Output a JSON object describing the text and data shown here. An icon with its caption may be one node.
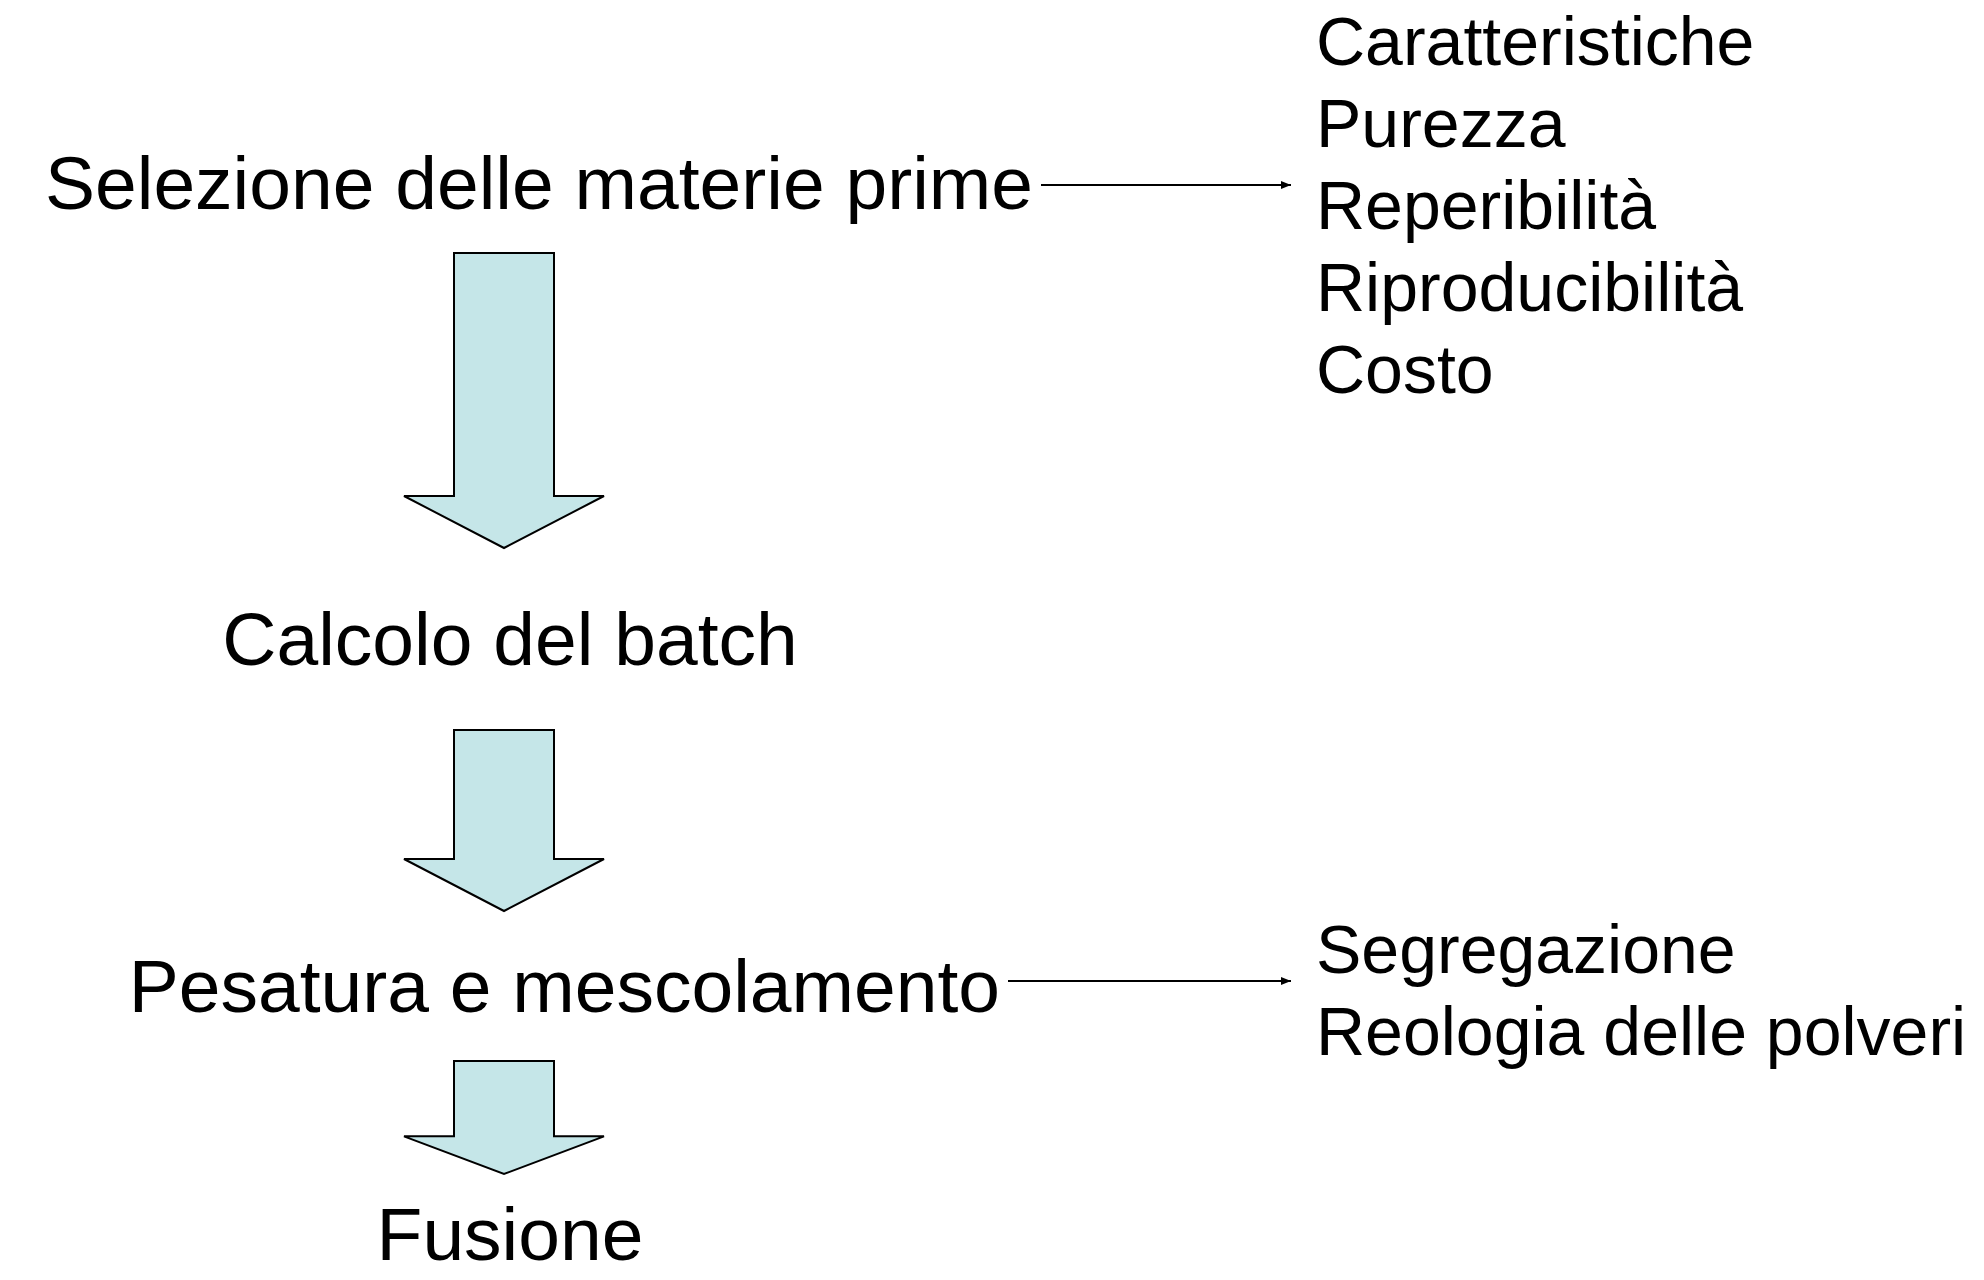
{
  "diagram": {
    "nodes": [
      {
        "text": [
          "Selezione delle materie prime"
        ]
      },
      {
        "text": [
          "Calcolo del batch"
        ]
      },
      {
        "text": [
          "Pesatura e mescolamento"
        ]
      },
      {
        "text": [
          "Fusione"
        ]
      },
      {
        "text": [
          "Caratteristiche",
          "Purezza",
          "Reperibilità",
          "Riproducibilità",
          "Costo"
        ]
      },
      {
        "text": [
          "Segregazione",
          "Reologia delle polveri"
        ]
      }
    ],
    "edges": [
      {
        "from": 0,
        "to": 1,
        "arrow": "to",
        "style": "thick"
      },
      {
        "from": 1,
        "to": 2,
        "arrow": "to",
        "style": "thick"
      },
      {
        "from": 2,
        "to": 3,
        "arrow": "to",
        "style": "thick"
      },
      {
        "from": 0,
        "to": 4,
        "arrow": "to"
      },
      {
        "from": 2,
        "to": 5,
        "arrow": "to"
      }
    ]
  }
}
